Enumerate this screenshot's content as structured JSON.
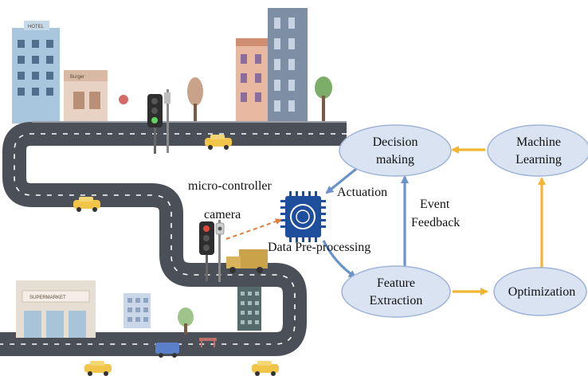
{
  "scene": {
    "building_signs": {
      "hotel": "HOTEL",
      "burger": "Burger",
      "supermarket": "SUPERMARKET"
    }
  },
  "labels": {
    "micro_controller": "micro-controller",
    "camera": "camera",
    "actuation": "Actuation",
    "data_preprocessing": "Data Pre-processing",
    "event_feedback_line1": "Event",
    "event_feedback_line2": "Feedback"
  },
  "nodes": {
    "decision_making": {
      "line1": "Decision",
      "line2": "making"
    },
    "machine_learning": {
      "line1": "Machine",
      "line2": "Learning"
    },
    "feature_extraction": {
      "line1": "Feature",
      "line2": "Extraction"
    },
    "optimization": {
      "line1": "Optimization"
    }
  },
  "colors": {
    "node_fill": "#d9e3f2",
    "node_stroke": "#9fb4d6",
    "blue_arrow": "#6b93c9",
    "orange_arrow": "#f2b632",
    "camera_link": "#e07b39",
    "road": "#4b4f57",
    "chip": "#1f4e9c"
  },
  "icons": [
    "microcontroller-chip-icon",
    "traffic-light-icon",
    "camera-icon",
    "car-icon",
    "truck-icon",
    "tree-icon",
    "building-icon"
  ]
}
